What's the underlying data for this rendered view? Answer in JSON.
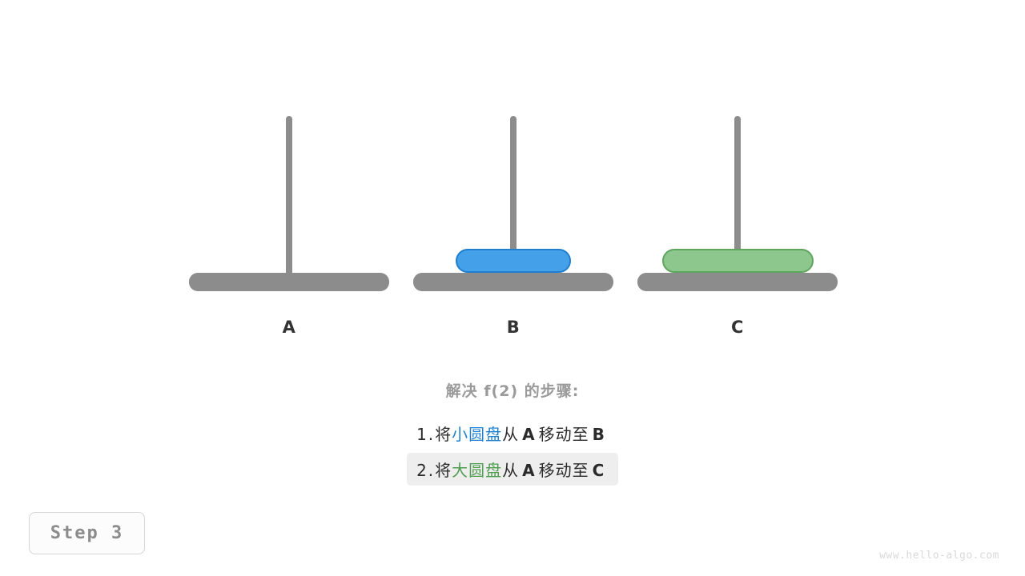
{
  "diagram": {
    "type": "tower-of-hanoi",
    "colors": {
      "pillar": "#8c8c8c",
      "base": "#8c8c8c",
      "small_disk_fill": "#44a0e8",
      "small_disk_border": "#1f7ecd",
      "large_disk_fill": "#8ec78e",
      "large_disk_border": "#5da45d",
      "title_text": "#9a9a9a",
      "highlight_bg": "#eeeeee",
      "blue_text": "#2080d0",
      "green_text": "#4e9c4e"
    },
    "pegs": [
      {
        "label": "A",
        "disks": []
      },
      {
        "label": "B",
        "disks": [
          {
            "size": "small",
            "color": "blue"
          }
        ]
      },
      {
        "label": "C",
        "disks": [
          {
            "size": "large",
            "color": "green"
          }
        ]
      }
    ]
  },
  "steps": {
    "title": "解决 f(2) 的步骤:",
    "items": [
      {
        "index": "1.",
        "verb": "将",
        "object": "小圆盘",
        "object_color": "blue",
        "from_word": "从",
        "from_peg": "A",
        "move_word": "移动至",
        "to_peg": "B",
        "active": false
      },
      {
        "index": "2.",
        "verb": "将",
        "object": "大圆盘",
        "object_color": "green",
        "from_word": "从",
        "from_peg": "A",
        "move_word": "移动至",
        "to_peg": "C",
        "active": true
      }
    ]
  },
  "badge": {
    "label": "Step 3"
  },
  "watermark": {
    "text": "www.hello-algo.com"
  }
}
